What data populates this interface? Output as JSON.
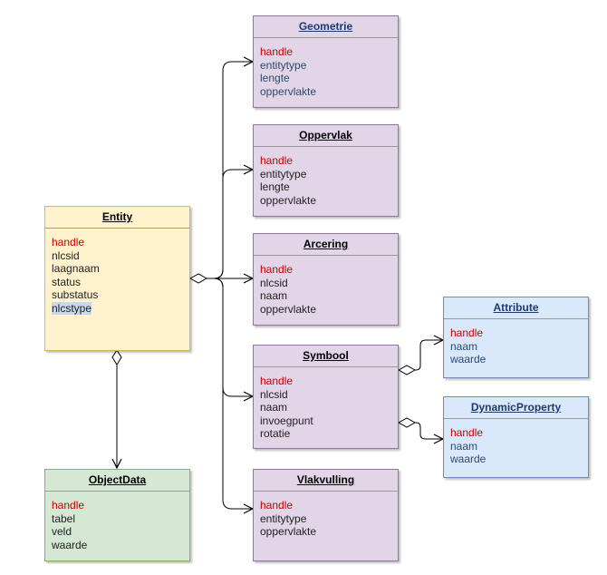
{
  "classes": {
    "geometrie": {
      "title": "Geometrie",
      "attributes": [
        "handle",
        "entitytype",
        "lengte",
        "oppervlakte"
      ]
    },
    "oppervlak": {
      "title": "Oppervlak",
      "attributes": [
        "handle",
        "entitytype",
        "lengte",
        "oppervlakte"
      ]
    },
    "entity": {
      "title": "Entity",
      "attributes": [
        "handle",
        "nlcsid",
        "laagnaam",
        "status",
        "substatus",
        "nlcstype"
      ]
    },
    "arcering": {
      "title": "Arcering",
      "attributes": [
        "handle",
        "nlcsid",
        "naam",
        "oppervlakte"
      ]
    },
    "attribute": {
      "title": "Attribute",
      "attributes": [
        "handle",
        "naam",
        "waarde"
      ]
    },
    "symbool": {
      "title": "Symbool",
      "attributes": [
        "handle",
        "nlcsid",
        "naam",
        "invoegpunt",
        "rotatie"
      ]
    },
    "dynamicproperty": {
      "title": "DynamicProperty",
      "attributes": [
        "handle",
        "naam",
        "waarde"
      ]
    },
    "objectdata": {
      "title": "ObjectData",
      "attributes": [
        "handle",
        "tabel",
        "veld",
        "waarde"
      ]
    },
    "vlakvulling": {
      "title": "Vlakvulling",
      "attributes": [
        "handle",
        "entitytype",
        "oppervlakte"
      ]
    }
  },
  "colors": {
    "purple_fill": "#e1d5e7",
    "purple_border": "#9673a6",
    "yellow_fill": "#fff2cc",
    "yellow_border": "#d6b656",
    "blue_fill": "#dae8fc",
    "blue_border": "#6c8ebf",
    "green_fill": "#d5e8d4",
    "green_border": "#82b366",
    "key_attribute": "#cc0000"
  }
}
